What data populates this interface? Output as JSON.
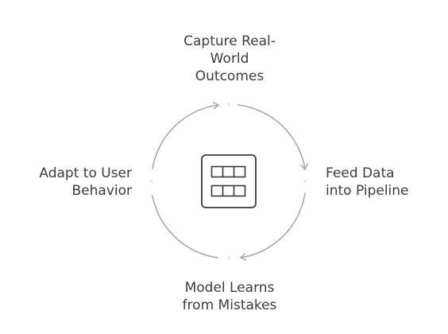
{
  "steps": [
    {
      "id": "top",
      "lines": [
        "Capture Real-",
        "World",
        "Outcomes"
      ]
    },
    {
      "id": "right",
      "lines": [
        "Feed Data",
        "into Pipeline"
      ]
    },
    {
      "id": "bottom",
      "lines": [
        "Model Learns",
        "from Mistakes"
      ]
    },
    {
      "id": "left",
      "lines": [
        "Adapt to User",
        "Behavior"
      ]
    }
  ],
  "center_icon": "table-icon",
  "colors": {
    "text": "#3c3c3c",
    "arc": "#a9a9a9",
    "icon": "#3a3a3a"
  }
}
